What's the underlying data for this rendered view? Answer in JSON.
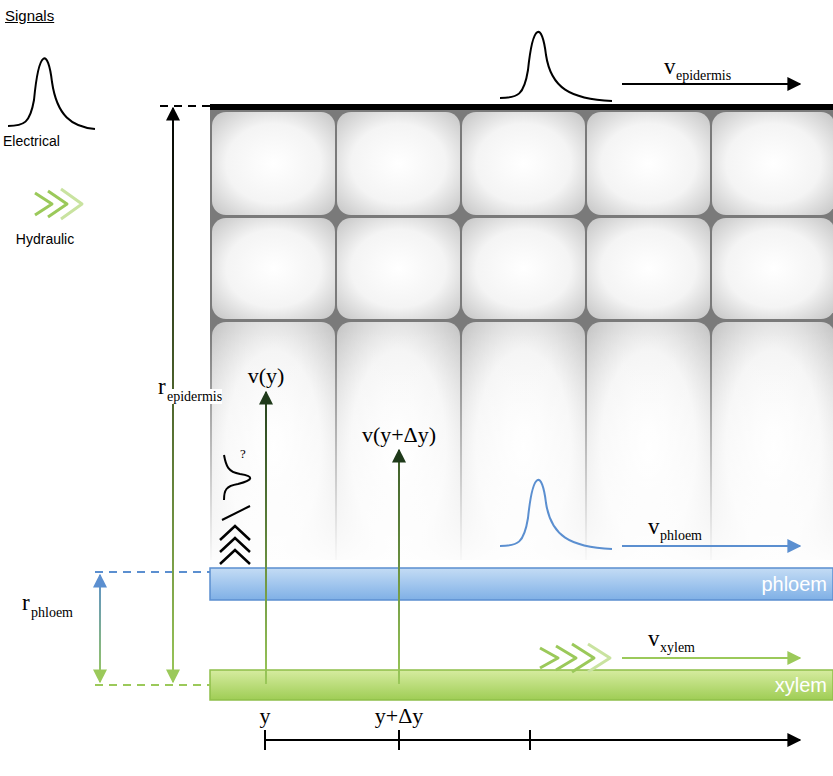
{
  "diagram": {
    "nodes": [
      {
        "text": [
          "phloem"
        ]
      },
      {
        "text": [
          "xylem"
        ]
      }
    ],
    "labels": [
      "Signals",
      "v",
      "epidermis",
      "r",
      "epidermis",
      "v(y)",
      "v(y+Δy)",
      "?",
      "v",
      "phloem",
      "r",
      "phloem",
      "v",
      "xylem",
      "y",
      "y+Δy"
    ],
    "legend": [
      {
        "text": "Electrical"
      },
      {
        "text": "Hydraulic"
      }
    ]
  }
}
